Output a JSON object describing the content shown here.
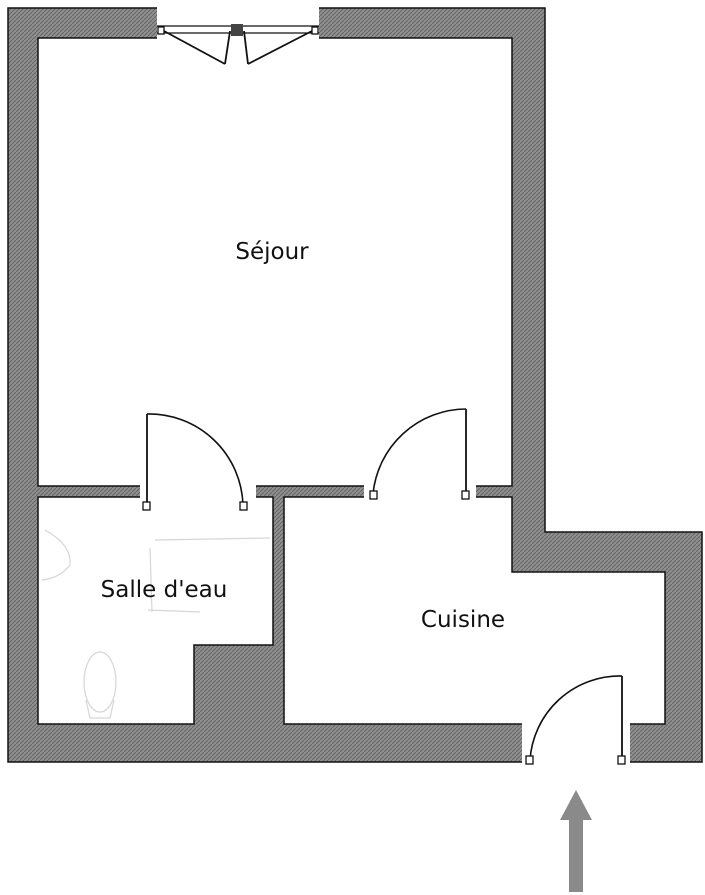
{
  "rooms": {
    "sejour": "Séjour",
    "salle_deau": "Salle d'eau",
    "cuisine": "Cuisine"
  },
  "entrance_arrow": {
    "icon": "arrow-up-icon",
    "color": "#8a8a8a"
  },
  "colors": {
    "wall": "#8f8f8f",
    "wall_outline": "#111111",
    "background": "#ffffff"
  }
}
